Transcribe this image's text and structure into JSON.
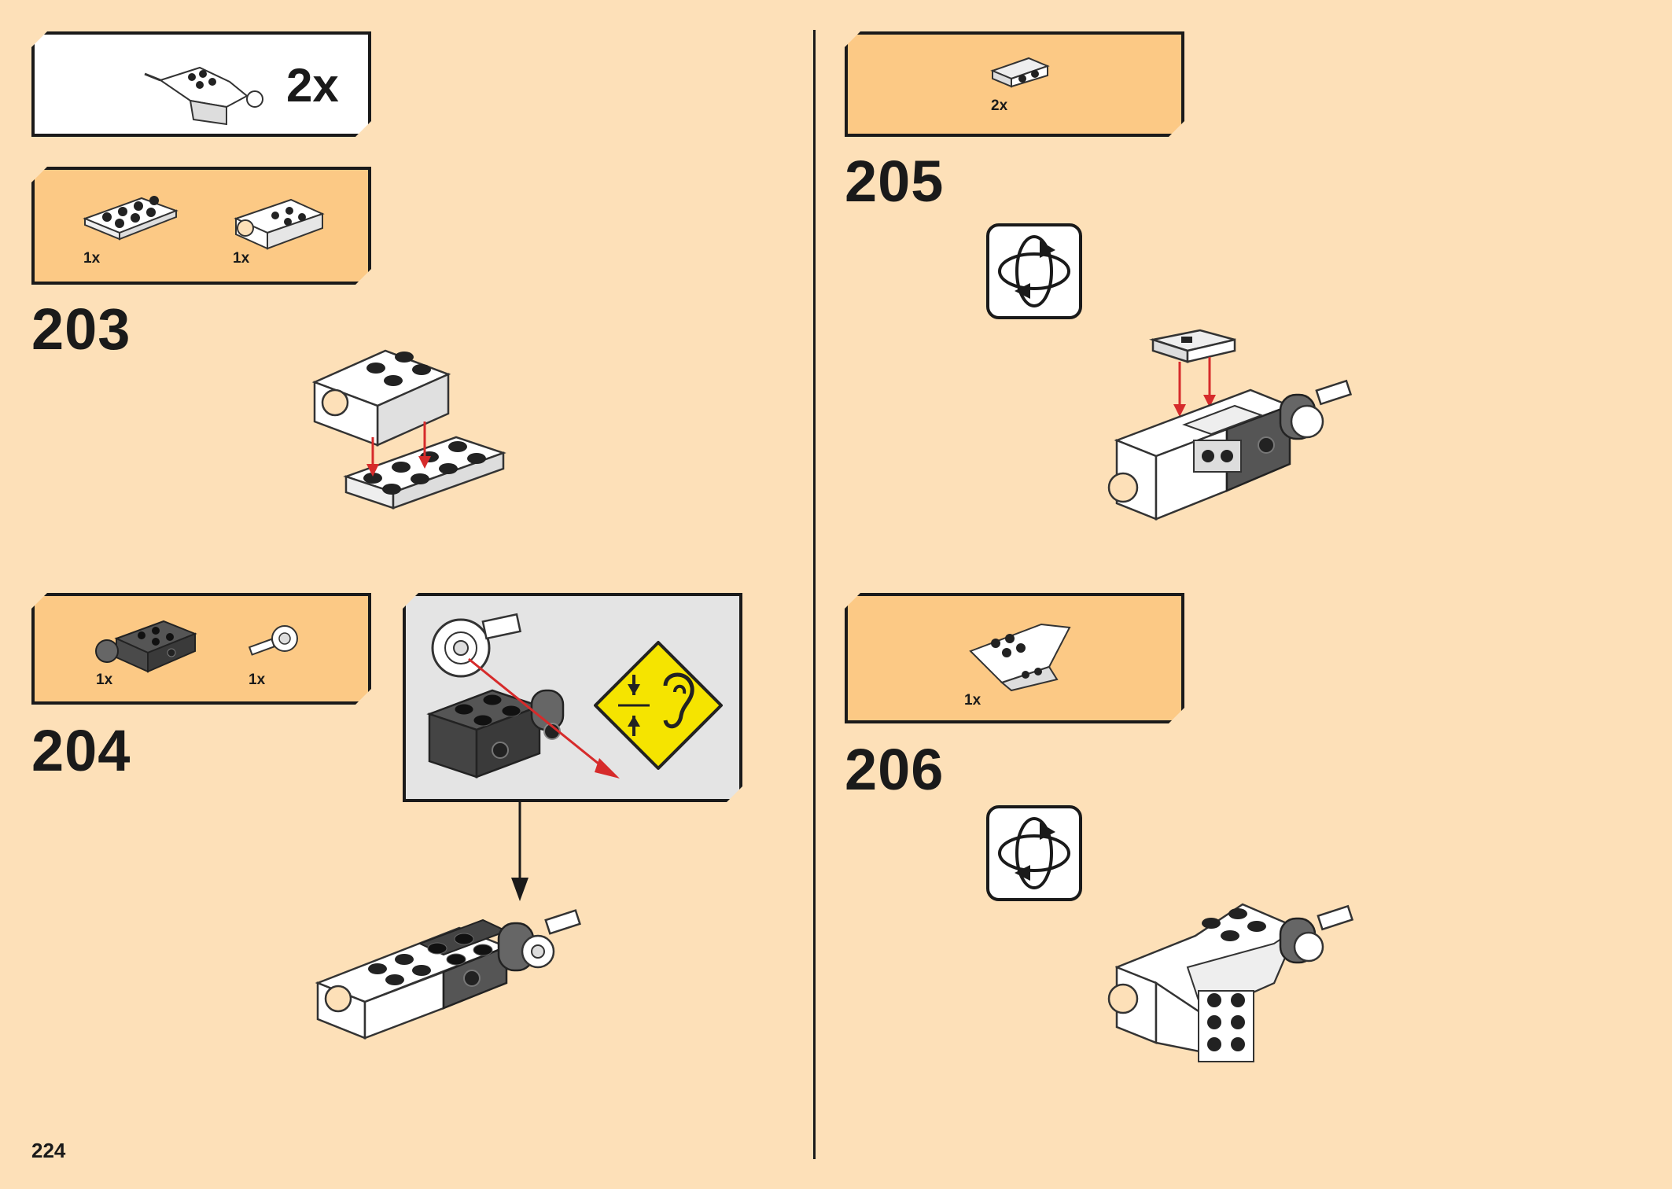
{
  "page": {
    "number": "224"
  },
  "callout_top": {
    "multiplier": "2x"
  },
  "steps": [
    {
      "id": "203",
      "number": "203",
      "parts": [
        {
          "name": "white-plate-2x4",
          "qty": "1x"
        },
        {
          "name": "white-brick-with-pin-hole",
          "qty": "1x"
        }
      ]
    },
    {
      "id": "204",
      "number": "204",
      "parts": [
        {
          "name": "dark-gray-brick-with-axle-hole",
          "qty": "1x"
        },
        {
          "name": "white-ball-joint-pin",
          "qty": "1x"
        }
      ]
    },
    {
      "id": "205",
      "number": "205",
      "parts": [
        {
          "name": "light-gray-bracket-plate",
          "qty": "2x"
        }
      ]
    },
    {
      "id": "206",
      "number": "206",
      "parts": [
        {
          "name": "white-wedge-slope",
          "qty": "1x"
        }
      ]
    }
  ],
  "icons": {
    "rotate_205": "rotate-model-icon",
    "rotate_206": "rotate-model-icon",
    "warning": "click-sound-warning-icon"
  },
  "colors": {
    "page_bg": "#fde0b8",
    "parts_bg": "#fcc985",
    "arrow_red": "#d62b2b",
    "warning_yellow": "#f5e400"
  }
}
